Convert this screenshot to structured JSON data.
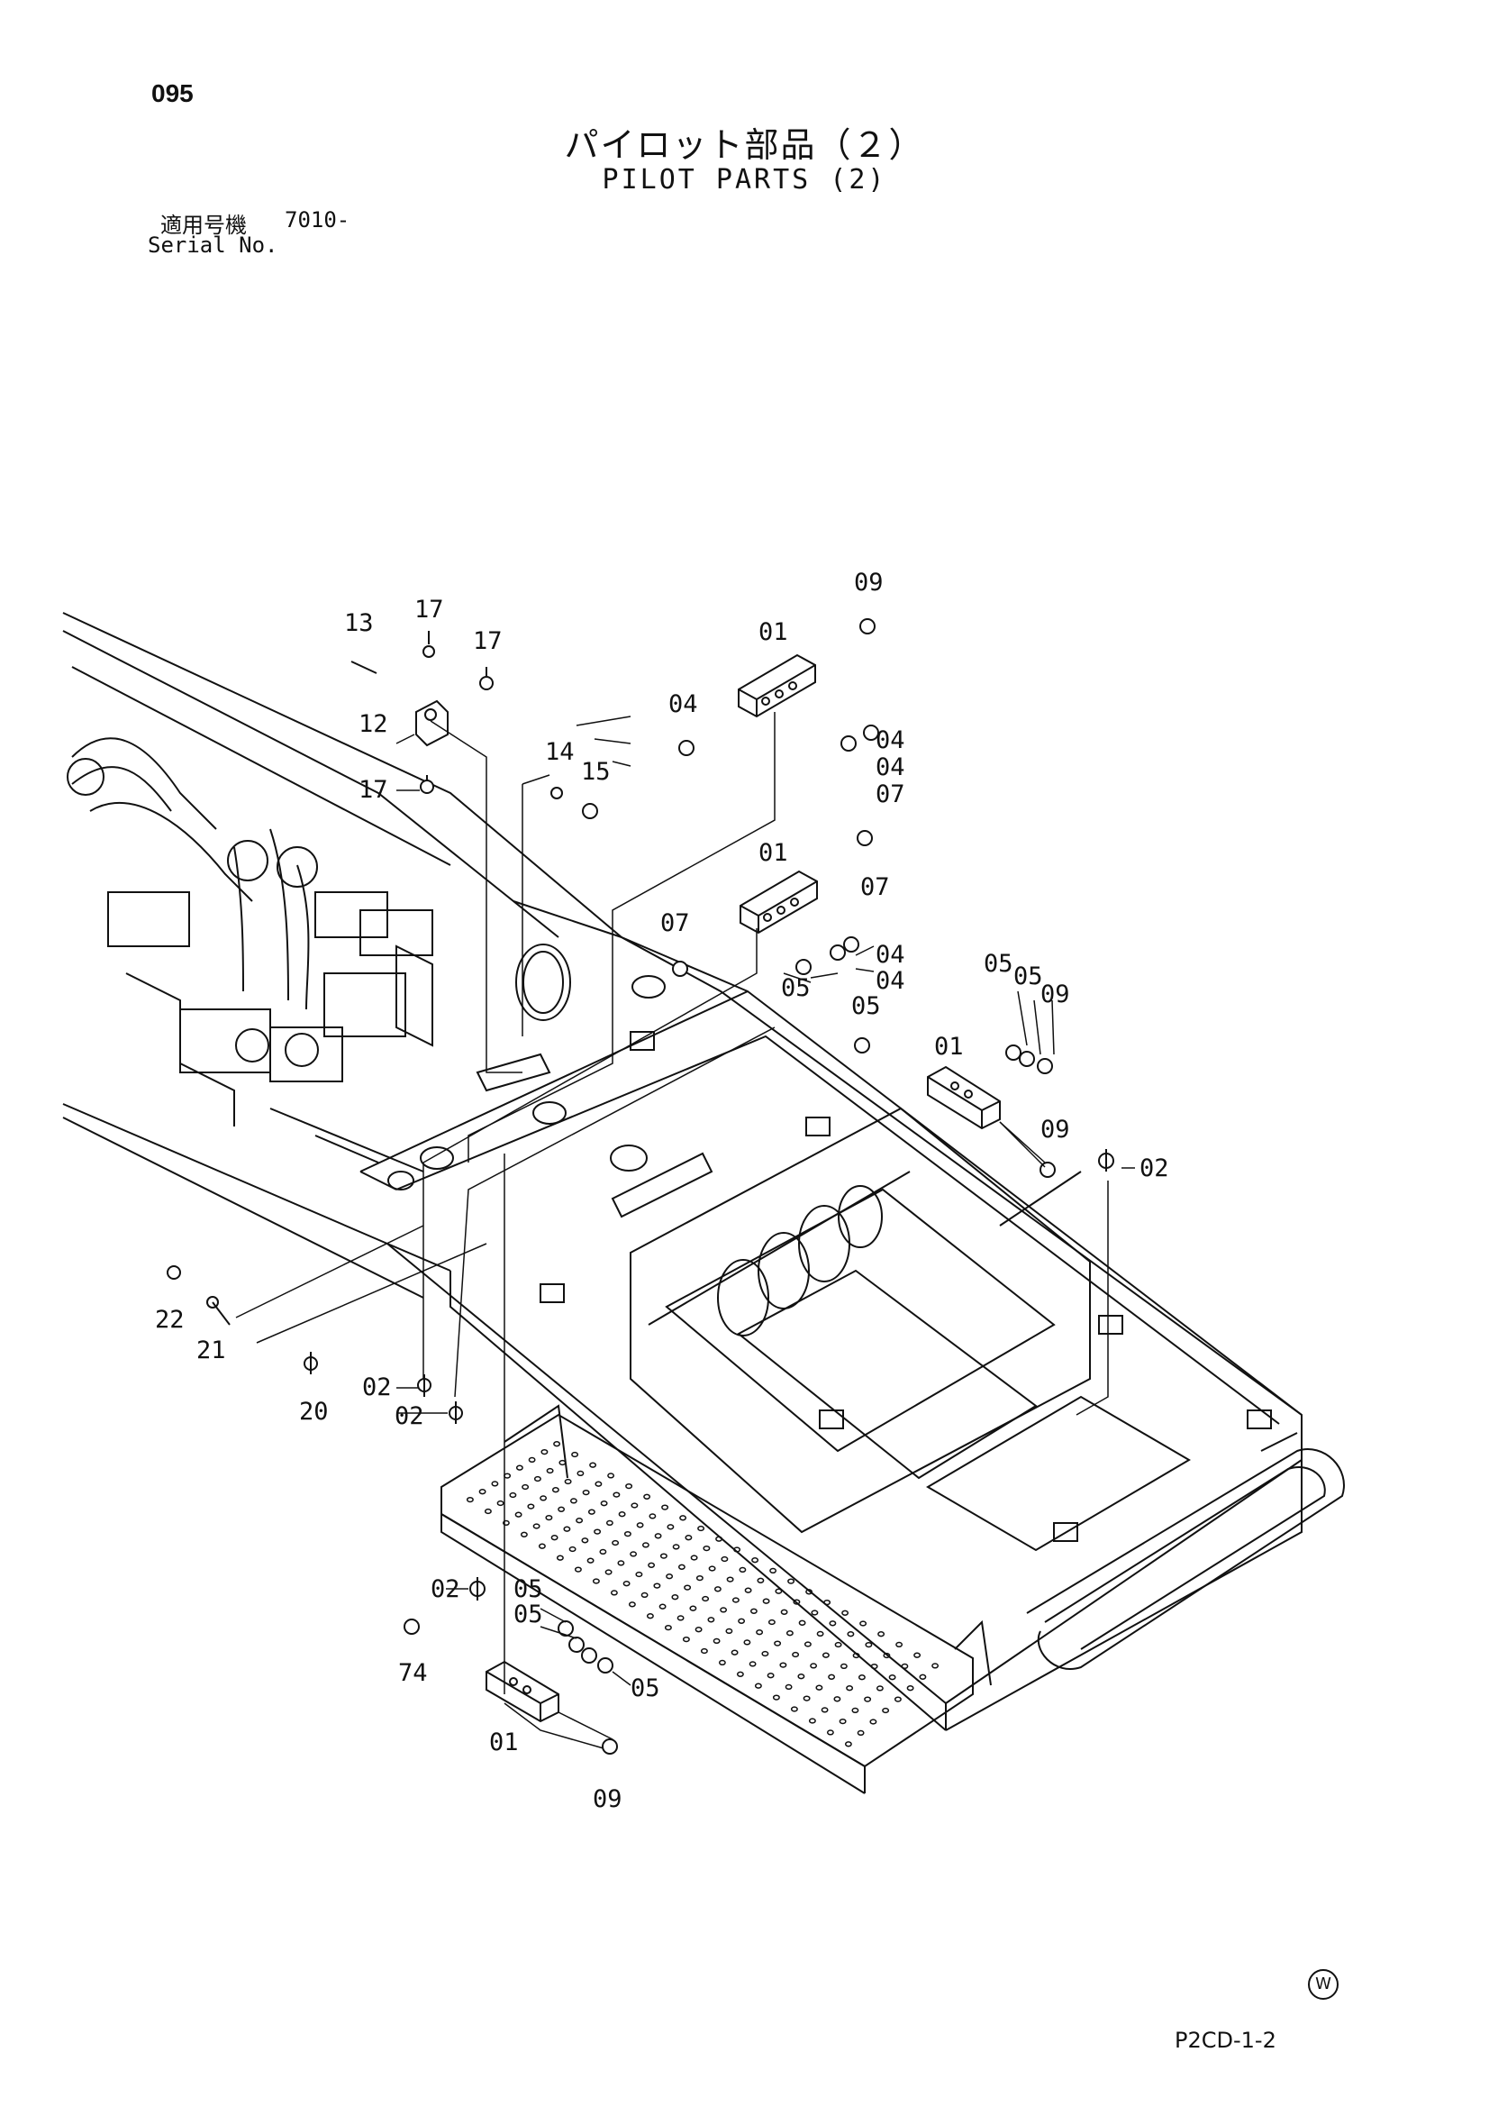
{
  "header": {
    "page_number": "095",
    "title_jp": "パイロット部品（２）",
    "title_en": "PILOT PARTS (2)",
    "serial_label_jp": "適用号機",
    "serial_value": "7010-",
    "serial_label_en": "Serial No."
  },
  "footer": {
    "code": "P2CD-1-2",
    "mark": "W"
  },
  "callouts": [
    {
      "id": "c01",
      "text": "09"
    },
    {
      "id": "c02",
      "text": "13"
    },
    {
      "id": "c03",
      "text": "17"
    },
    {
      "id": "c04",
      "text": "17"
    },
    {
      "id": "c05",
      "text": "01"
    },
    {
      "id": "c06",
      "text": "04"
    },
    {
      "id": "c07",
      "text": "12"
    },
    {
      "id": "c08",
      "text": "04"
    },
    {
      "id": "c09",
      "text": "04"
    },
    {
      "id": "c10",
      "text": "07"
    },
    {
      "id": "c11",
      "text": "14"
    },
    {
      "id": "c12",
      "text": "15"
    },
    {
      "id": "c13",
      "text": "17"
    },
    {
      "id": "c14",
      "text": "01"
    },
    {
      "id": "c15",
      "text": "07"
    },
    {
      "id": "c16",
      "text": "07"
    },
    {
      "id": "c17",
      "text": "04"
    },
    {
      "id": "c18",
      "text": "04"
    },
    {
      "id": "c19",
      "text": "05"
    },
    {
      "id": "c20",
      "text": "05"
    },
    {
      "id": "c21",
      "text": "05"
    },
    {
      "id": "c22",
      "text": "09"
    },
    {
      "id": "c23",
      "text": "05"
    },
    {
      "id": "c24",
      "text": "01"
    },
    {
      "id": "c25",
      "text": "09"
    },
    {
      "id": "c26",
      "text": "02"
    },
    {
      "id": "c27",
      "text": "22"
    },
    {
      "id": "c28",
      "text": "21"
    },
    {
      "id": "c29",
      "text": "20"
    },
    {
      "id": "c30",
      "text": "02"
    },
    {
      "id": "c31",
      "text": "02"
    },
    {
      "id": "c32",
      "text": "02"
    },
    {
      "id": "c33",
      "text": "05"
    },
    {
      "id": "c34",
      "text": "05"
    },
    {
      "id": "c35",
      "text": "74"
    },
    {
      "id": "c36",
      "text": "05"
    },
    {
      "id": "c37",
      "text": "01"
    },
    {
      "id": "c38",
      "text": "09"
    }
  ]
}
